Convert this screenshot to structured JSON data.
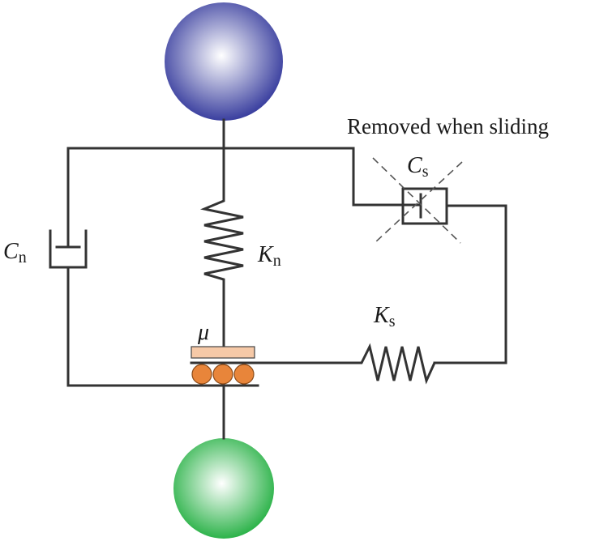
{
  "diagram": {
    "note": "Removed when sliding",
    "labels": {
      "cn": {
        "symbol": "C",
        "sub": "n"
      },
      "kn": {
        "symbol": "K",
        "sub": "n"
      },
      "cs": {
        "symbol": "C",
        "sub": "s"
      },
      "ks": {
        "symbol": "K",
        "sub": "s"
      },
      "mu": "μ"
    },
    "colors": {
      "top_ball": "#3a3f9f",
      "top_ball_highlight": "#ffffff",
      "bottom_ball": "#2db34a",
      "bottom_ball_highlight": "#ffffff",
      "friction_plate": "#f6c9a7",
      "rollers": "#e8853a",
      "wire": "#333333",
      "removed_cross": "#555555"
    }
  }
}
